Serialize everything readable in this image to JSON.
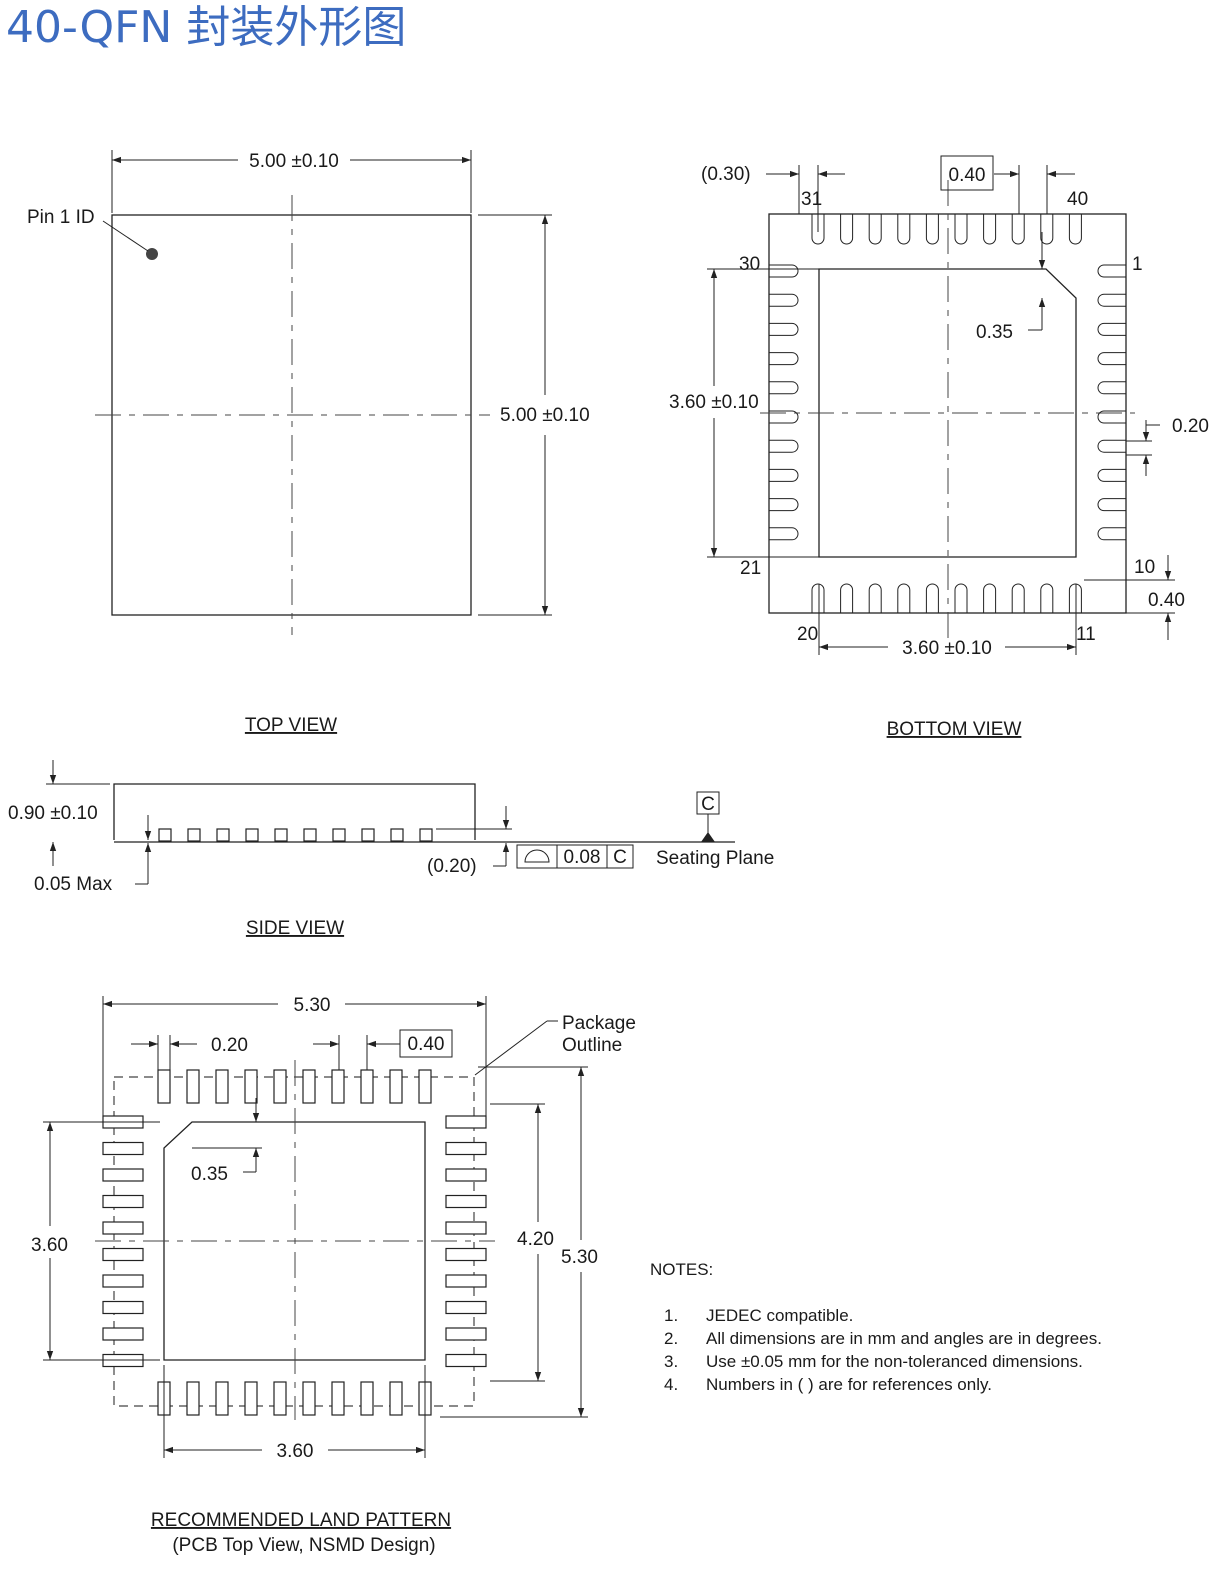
{
  "title": "40-QFN 封装外形图",
  "top_view": {
    "caption": "TOP VIEW",
    "width_dim": "5.00 ±0.10",
    "height_dim": "5.00 ±0.10",
    "pin1_label": "Pin 1 ID"
  },
  "bottom_view": {
    "caption": "BOTTOM  VIEW",
    "ref_dim": "(0.30)",
    "pitch": "0.40",
    "pin_31": "31",
    "pin_40": "40",
    "pin_1": "1",
    "pin_30": "30",
    "pin_21": "21",
    "pin_10": "10",
    "pin_20": "20",
    "pin_11": "11",
    "chamfer": "0.35",
    "pad_height_dim": "3.60 ±0.10",
    "pad_width_dim": "3.60 ±0.10",
    "lead_width": "0.20",
    "lead_length": "0.40"
  },
  "side_view": {
    "caption": "SIDE VIEW",
    "height": "0.90 ±0.10",
    "standoff": "0.05  Max",
    "lead_thickness": "(0.20)",
    "datum": "C",
    "flatness_value": "0.08",
    "flatness_datum": "C",
    "seating_plane": "Seating Plane"
  },
  "land_pattern": {
    "caption": "RECOMMENDED LAND PATTERN",
    "subcaption": "(PCB Top View, NSMD Design)",
    "overall_width": "5.30",
    "pad_width": "0.20",
    "pitch": "0.40",
    "package_outline_1": "Package",
    "package_outline_2": "Outline",
    "chamfer": "0.35",
    "left_dim": "3.60",
    "inner_dim": "4.20",
    "outer_dim": "5.30",
    "bottom_dim": "3.60"
  },
  "notes": {
    "heading": "NOTES:",
    "items": [
      {
        "num": "1.",
        "text": "JEDEC compatible."
      },
      {
        "num": "2.",
        "text": "All dimensions are in mm and angles are in degrees."
      },
      {
        "num": "3.",
        "text": "Use ±0.05 mm for the non-toleranced dimensions."
      },
      {
        "num": "4.",
        "text": "Numbers in ( ) are for references only."
      }
    ]
  }
}
